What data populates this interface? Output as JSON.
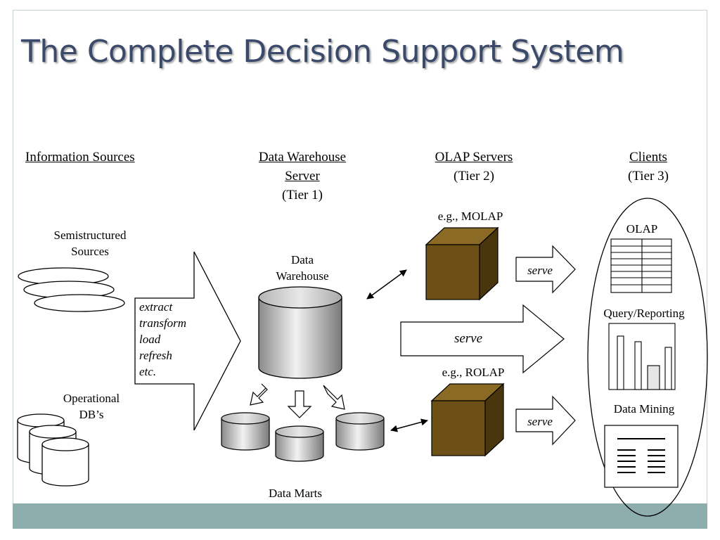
{
  "title": "The Complete Decision Support System",
  "headers": {
    "information_sources": "Information Sources",
    "dw_server_line1": "Data Warehouse ",
    "dw_server_line2": "Server",
    "tier1": "(Tier 1)",
    "olap_servers": "OLAP Servers",
    "tier2": "(Tier 2)",
    "clients": "Clients",
    "tier3": "(Tier 3)"
  },
  "sources": {
    "semistructured_line1": "Semistructured",
    "semistructured_line2": "Sources",
    "operational_line1": "Operational",
    "operational_line2": "DB’s"
  },
  "etl_steps": [
    "extract",
    "transform",
    "load",
    "refresh",
    "etc."
  ],
  "warehouse": {
    "label_line1": "Data",
    "label_line2": "Warehouse",
    "data_marts": "Data Marts"
  },
  "olap": {
    "molap": "e.g., MOLAP",
    "rolap": "e.g., ROLAP",
    "serve": "serve",
    "cube_color": "#6b4f14"
  },
  "client_tools": {
    "olap": "OLAP",
    "query_reporting": "Query/Reporting",
    "data_mining": "Data Mining"
  },
  "colors": {
    "title": "#3b4a6b",
    "footer": "#8eaeae"
  }
}
